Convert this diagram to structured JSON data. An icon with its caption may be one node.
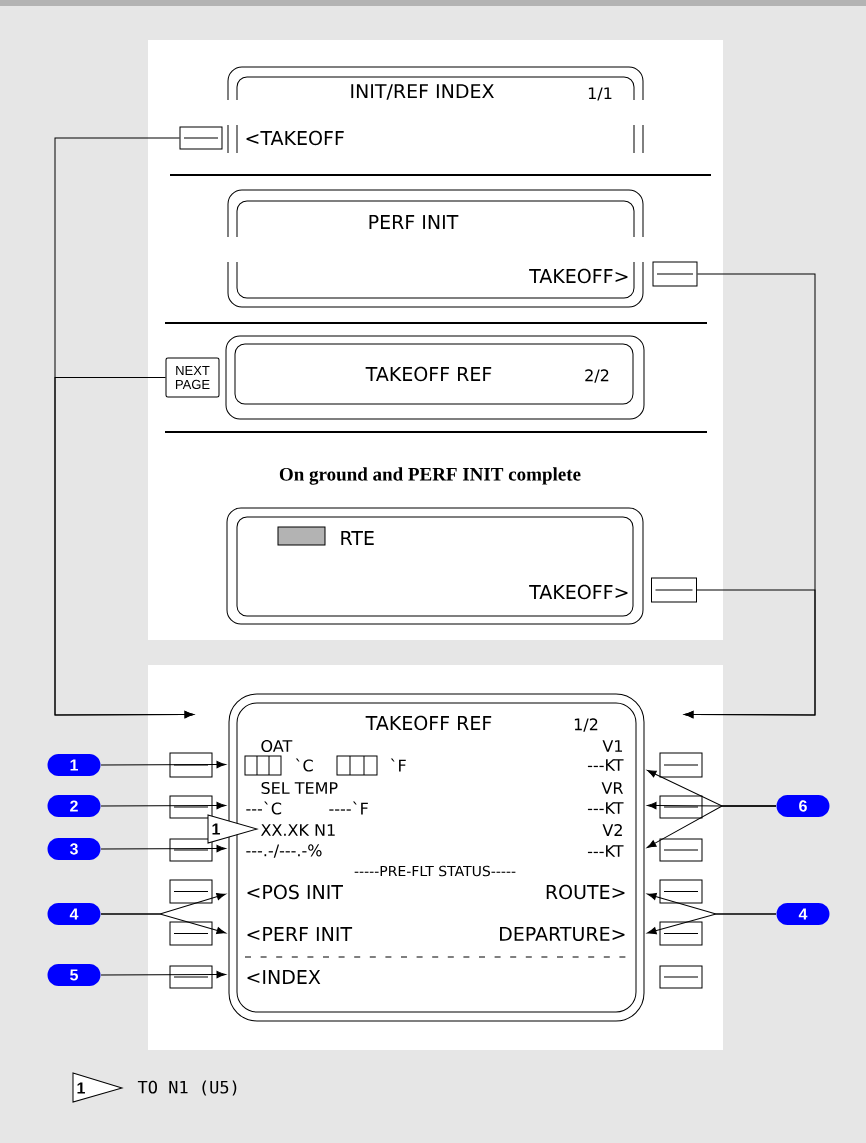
{
  "diagram": {
    "nodes": [
      {
        "text": [
          "INIT/REF INDEX",
          "1/1",
          "<TAKEOFF"
        ]
      },
      {
        "text": [],
        "shape": "box"
      },
      {
        "text": [
          "PERF INIT",
          "TAKEOFF>"
        ]
      },
      {
        "text": [],
        "shape": "box"
      },
      {
        "text": [
          "NEXT PAGE"
        ]
      },
      {
        "text": [
          "TAKEOFF REF",
          "2/2"
        ]
      },
      {
        "text": [
          "RTE",
          "TAKEOFF>"
        ]
      },
      {
        "text": [],
        "shape": "box"
      },
      {
        "text": [
          "TAKEOFF REF",
          "1/2",
          "OAT",
          "`C",
          "`F",
          "SEL TEMP",
          "---`C",
          "----`F",
          "XX.XK N1",
          "---.-/---.-%",
          "V1",
          "---KT",
          "VR",
          "---KT",
          "V2",
          "---KT",
          "-----PRE-FLT STATUS-----",
          "<POS INIT",
          "ROUTE>",
          "<PERF INIT",
          "DEPARTURE>",
          "<INDEX"
        ]
      },
      {
        "text": [
          "1"
        ]
      },
      {
        "text": [
          "2"
        ]
      },
      {
        "text": [
          "6"
        ]
      },
      {
        "text": [
          "3"
        ]
      },
      {
        "text": [
          "4"
        ]
      },
      {
        "text": [
          "4"
        ]
      },
      {
        "text": [
          "5"
        ]
      }
    ],
    "edges": [
      {
        "from": 1,
        "to": 8,
        "arrow": "to"
      },
      {
        "from": 4,
        "to": 8,
        "arrow": "to"
      },
      {
        "from": 3,
        "to": 8,
        "arrow": "to"
      },
      {
        "from": 7,
        "to": 8,
        "arrow": "to"
      },
      {
        "from": 9,
        "to": 8,
        "arrow": "to"
      },
      {
        "from": 10,
        "to": 8,
        "arrow": "to"
      },
      {
        "from": 11,
        "to": 8,
        "arrow": "to"
      },
      {
        "from": 11,
        "to": 8,
        "arrow": "to"
      },
      {
        "from": 11,
        "to": 8,
        "arrow": "to"
      },
      {
        "from": 12,
        "to": 8,
        "arrow": "to"
      },
      {
        "from": 13,
        "to": 8,
        "arrow": "to"
      },
      {
        "from": 13,
        "to": 8,
        "arrow": "to"
      },
      {
        "from": 14,
        "to": 8,
        "arrow": "to"
      },
      {
        "from": 14,
        "to": 8,
        "arrow": "to"
      },
      {
        "from": 15,
        "to": 8,
        "arrow": "to"
      }
    ],
    "labels": [
      "On ground and PERF INIT complete",
      "1",
      "1",
      "TO N1 (U5)"
    ]
  }
}
